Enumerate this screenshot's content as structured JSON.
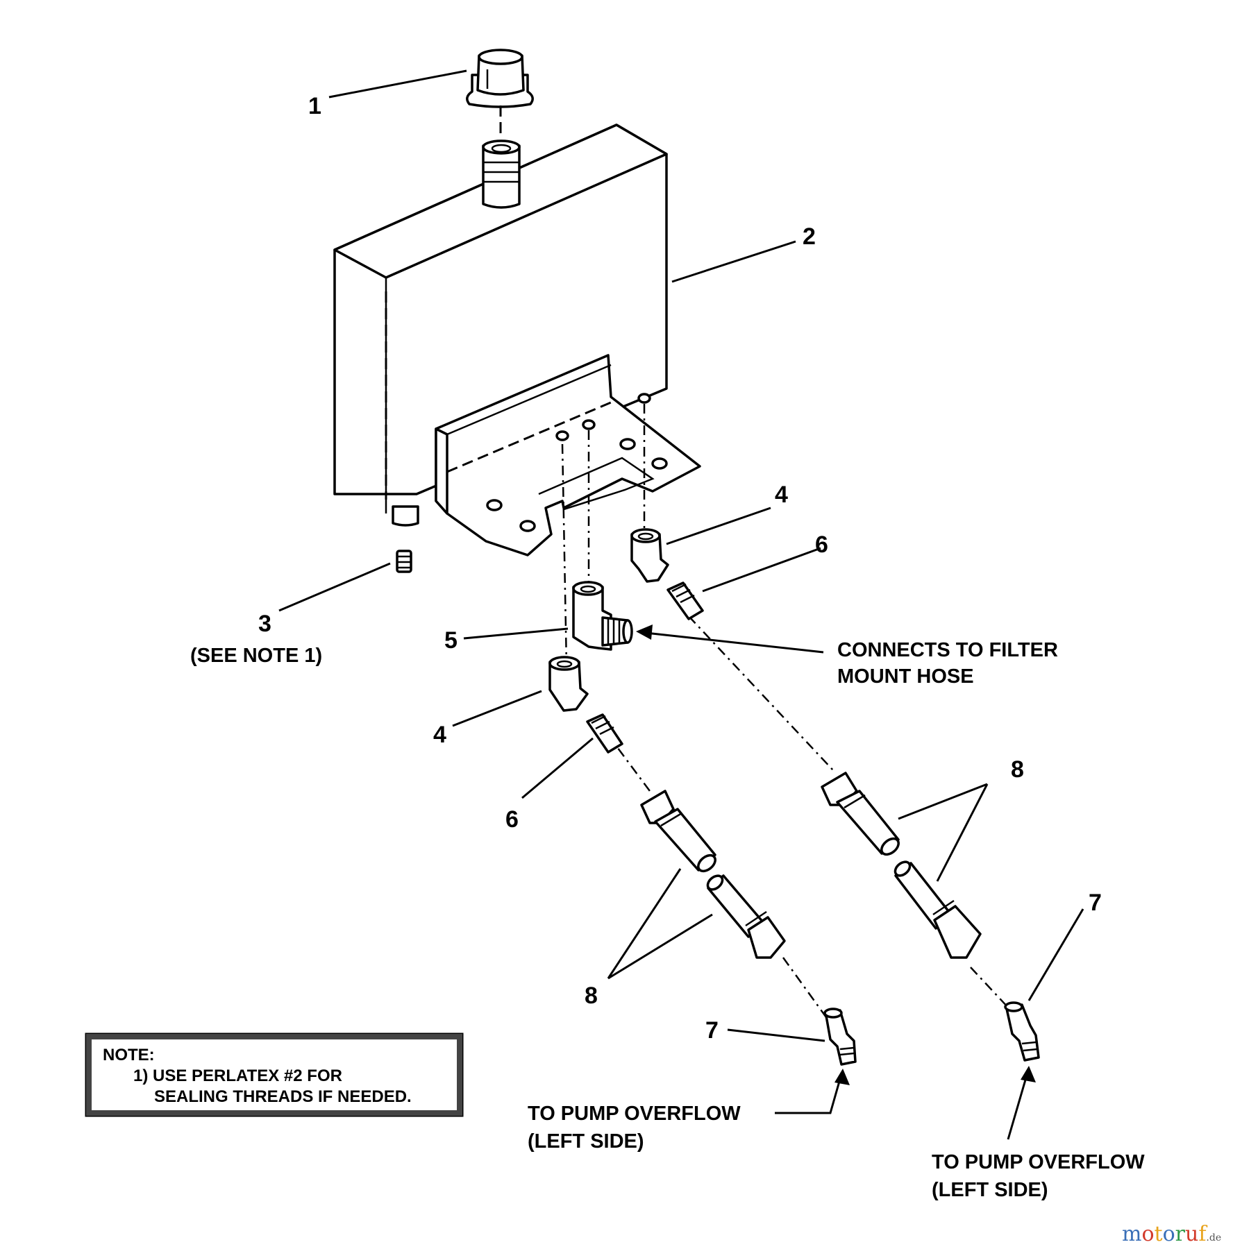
{
  "callouts": {
    "c1": "1",
    "c2": "2",
    "c3": "3",
    "c4a": "4",
    "c4b": "4",
    "c5": "5",
    "c6a": "6",
    "c6b": "6",
    "c7a": "7",
    "c7b": "7",
    "c8a": "8",
    "c8b": "8"
  },
  "labels": {
    "see_note": "(SEE NOTE 1)",
    "connects_line1": "CONNECTS TO FILTER",
    "connects_line2": "MOUNT HOSE",
    "pump1_line1": "TO PUMP OVERFLOW",
    "pump1_line2": "(LEFT SIDE)",
    "pump2_line1": "TO PUMP OVERFLOW",
    "pump2_line2": "(LEFT SIDE)"
  },
  "note": {
    "heading": "NOTE:",
    "line1": "1) USE PERLATEX #2 FOR",
    "line2": "SEALING THREADS IF NEEDED."
  },
  "watermark": {
    "text": "motoruf",
    "suffix": ".de",
    "colors": [
      "#3a6fb7",
      "#d23a2a",
      "#e8a31c",
      "#3a6fb7",
      "#2f9a48",
      "#d23a2a",
      "#e8a31c"
    ]
  }
}
